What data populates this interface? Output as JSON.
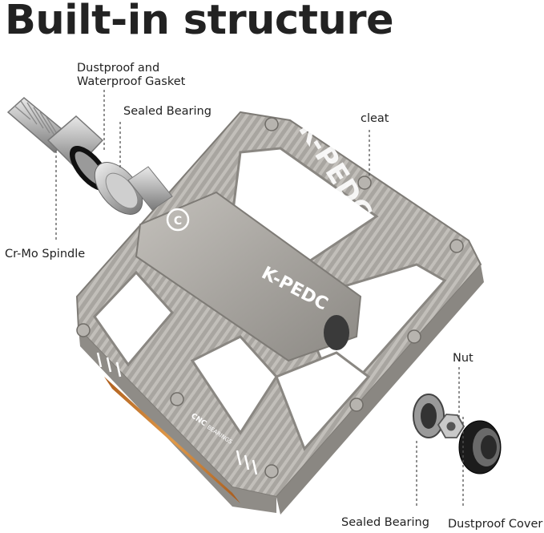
{
  "title": "Built-in structure",
  "labels": {
    "gasket": "Dustproof and\nWaterproof Gasket",
    "gasket_line1": "Dustproof and",
    "gasket_line2": "Waterproof Gasket",
    "sealed_bearing_top": "Sealed Bearing",
    "cleat": "cleat",
    "spindle": "Cr-Mo Spindle",
    "nut": "Nut",
    "sealed_bearing_bottom": "Sealed Bearing",
    "dustproof_cover": "Dustproof Cover"
  },
  "pedal_markings": {
    "brand_body": "K-PEDC",
    "brand_side": "K-PEDC",
    "cnc": "CNC",
    "bearings": "BEARINGS"
  },
  "colors": {
    "pedal": "#a9a6a1",
    "pedal_dark": "#7f7c77",
    "reflector": "#c8772c",
    "callout_line": "#555555"
  }
}
